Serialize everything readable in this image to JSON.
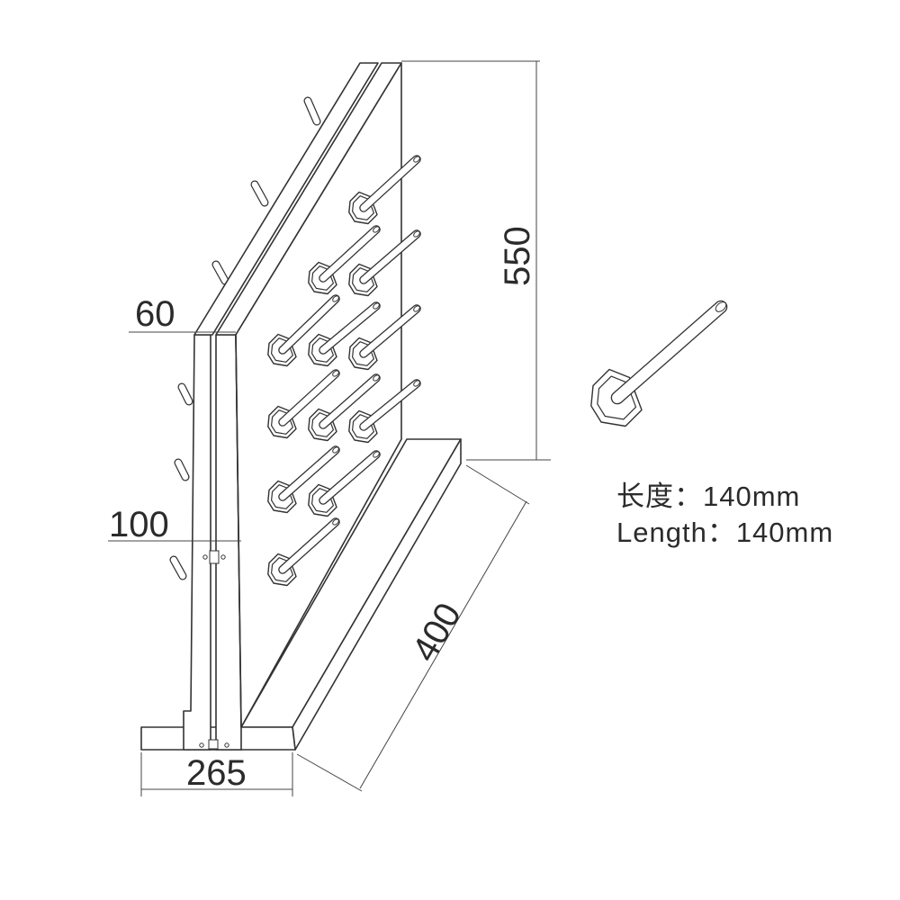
{
  "dimensions": {
    "top_thickness": "60",
    "base_height": "100",
    "base_width": "265",
    "height": "550",
    "depth": "400"
  },
  "spec": {
    "length_cn": "长度：140mm",
    "length_en": "Length：140mm"
  },
  "colors": {
    "line": "#333333",
    "text": "#2b2b2b",
    "background": "#ffffff"
  }
}
